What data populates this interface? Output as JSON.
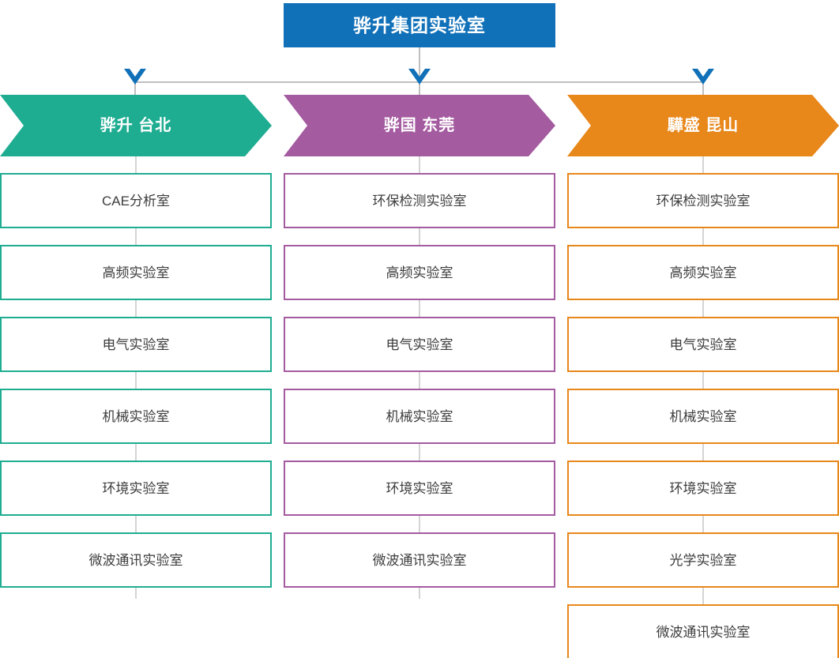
{
  "root": {
    "title": "骅升集团实验室",
    "color": "#1070b8"
  },
  "connectors": {
    "line_color": "#bfbfbf",
    "arrow_icon": "chevron-down-icon",
    "arrow_color": "#1070b8"
  },
  "columns": [
    {
      "key": "taipei",
      "header": "骅升 台北",
      "color": "#1fad92",
      "items": [
        "CAE分析室",
        "高频实验室",
        "电气实验室",
        "机械实验室",
        "环境实验室",
        "微波通讯实验室"
      ]
    },
    {
      "key": "dongguan",
      "header": "骅国 东莞",
      "color": "#a45ba0",
      "items": [
        "环保检测实验室",
        "高频实验室",
        "电气实验室",
        "机械实验室",
        "环境实验室",
        "微波通讯实验室"
      ]
    },
    {
      "key": "kunshan",
      "header": "驊盛 昆山",
      "color": "#e8871a",
      "items": [
        "环保检测实验室",
        "高频实验室",
        "电气实验室",
        "机械实验室",
        "环境实验室",
        "光学实验室",
        "微波通讯实验室"
      ]
    }
  ]
}
